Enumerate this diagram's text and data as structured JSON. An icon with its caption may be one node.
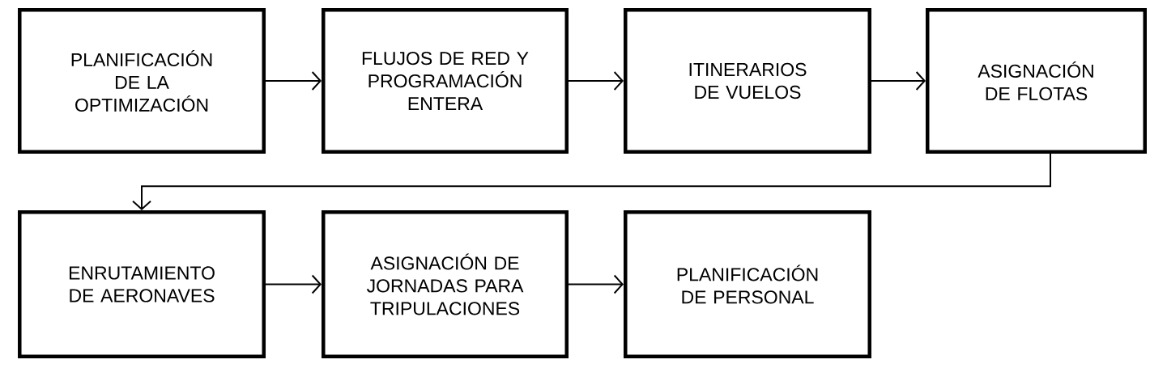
{
  "diagram": {
    "nodes": [
      {
        "text": [
          "PLANIFICACIÓN DE LA OPTIMIZACIÓN"
        ]
      },
      {
        "text": [
          "FLUJOS DE RED Y PROGRAMACIÓN ENTERA"
        ]
      },
      {
        "text": [
          "ITINERARIOS DE VUELOS"
        ]
      },
      {
        "text": [
          "ASIGNACIÓN DE FLOTAS"
        ]
      },
      {
        "text": [
          "ENRUTAMIENTO DE AERONAVES"
        ]
      },
      {
        "text": [
          "ASIGNACIÓN DE JORNADAS PARA TRIPULACIONES"
        ]
      },
      {
        "text": [
          "PLANIFICACIÓN DE PERSONAL"
        ]
      }
    ],
    "edges": [
      {
        "from": 0,
        "to": 1,
        "arrow": "to"
      },
      {
        "from": 1,
        "to": 2,
        "arrow": "to"
      },
      {
        "from": 2,
        "to": 3,
        "arrow": "to"
      },
      {
        "from": 3,
        "to": 4,
        "arrow": "to"
      },
      {
        "from": 4,
        "to": 5,
        "arrow": "to"
      },
      {
        "from": 5,
        "to": 6,
        "arrow": "to"
      }
    ]
  }
}
